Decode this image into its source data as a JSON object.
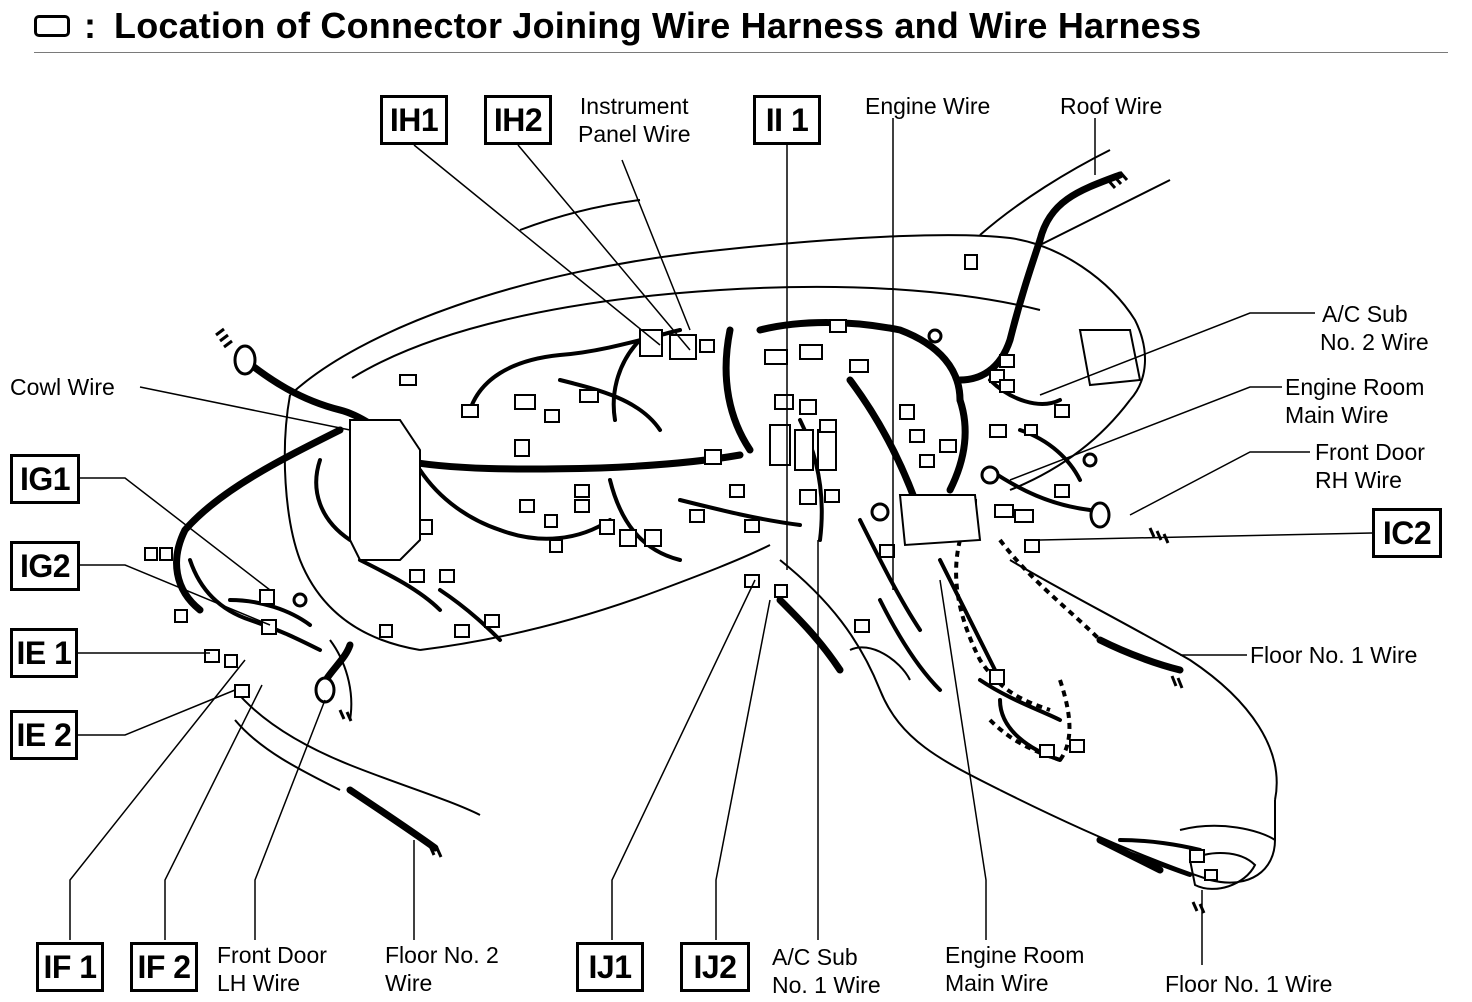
{
  "title": {
    "icon": "connector-box-icon",
    "colon": ":",
    "text": "Location of Connector Joining Wire Harness and Wire Harness"
  },
  "connectors": {
    "IH1": "IH1",
    "IH2": "IH2",
    "II1": "II 1",
    "IG1": "IG1",
    "IG2": "IG2",
    "IE1": "IE 1",
    "IE2": "IE 2",
    "IC2": "IC2",
    "IF1": "IF 1",
    "IF2": "IF 2",
    "IJ1": "IJ1",
    "IJ2": "IJ2"
  },
  "labels": {
    "instrument_panel_wire": [
      "Instrument",
      "Panel Wire"
    ],
    "engine_wire": [
      "Engine Wire"
    ],
    "roof_wire": [
      "Roof Wire"
    ],
    "cowl_wire": [
      "Cowl Wire"
    ],
    "ac_sub_no2_wire": [
      "A/C Sub",
      "No. 2 Wire"
    ],
    "engine_room_main_wire_right": [
      "Engine Room",
      "Main Wire"
    ],
    "front_door_rh_wire": [
      "Front Door",
      "RH Wire"
    ],
    "floor_no1_wire_right": [
      "Floor No. 1 Wire"
    ],
    "front_door_lh_wire": [
      "Front Door",
      "LH Wire"
    ],
    "floor_no2_wire": [
      "Floor No. 2",
      "Wire"
    ],
    "ac_sub_no1_wire": [
      "A/C Sub",
      "No. 1 Wire"
    ],
    "engine_room_main_wire_bottom": [
      "Engine Room",
      "Main Wire"
    ],
    "floor_no1_wire_bottom": [
      "Floor No. 1 Wire"
    ]
  }
}
